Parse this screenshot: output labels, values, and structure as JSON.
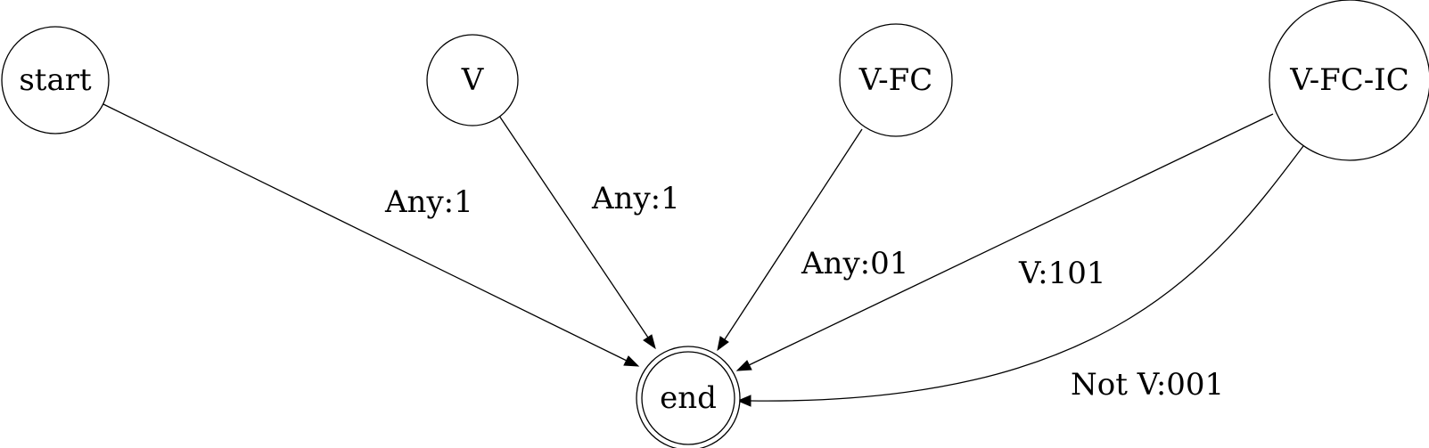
{
  "diagram": {
    "type": "state-machine",
    "nodes": {
      "start": "start",
      "v": "V",
      "v_fc": "V-FC",
      "v_fc_ic": "V-FC-IC",
      "end": "end"
    },
    "edges": [
      {
        "from": "start",
        "to": "end",
        "label": "Any:1"
      },
      {
        "from": "V",
        "to": "end",
        "label": "Any:1"
      },
      {
        "from": "V-FC",
        "to": "end",
        "label": "Any:01"
      },
      {
        "from": "V-FC-IC",
        "to": "end",
        "label": "V:101"
      },
      {
        "from": "V-FC-IC",
        "to": "end",
        "label": "Not V:001"
      }
    ],
    "final_state": "end"
  }
}
